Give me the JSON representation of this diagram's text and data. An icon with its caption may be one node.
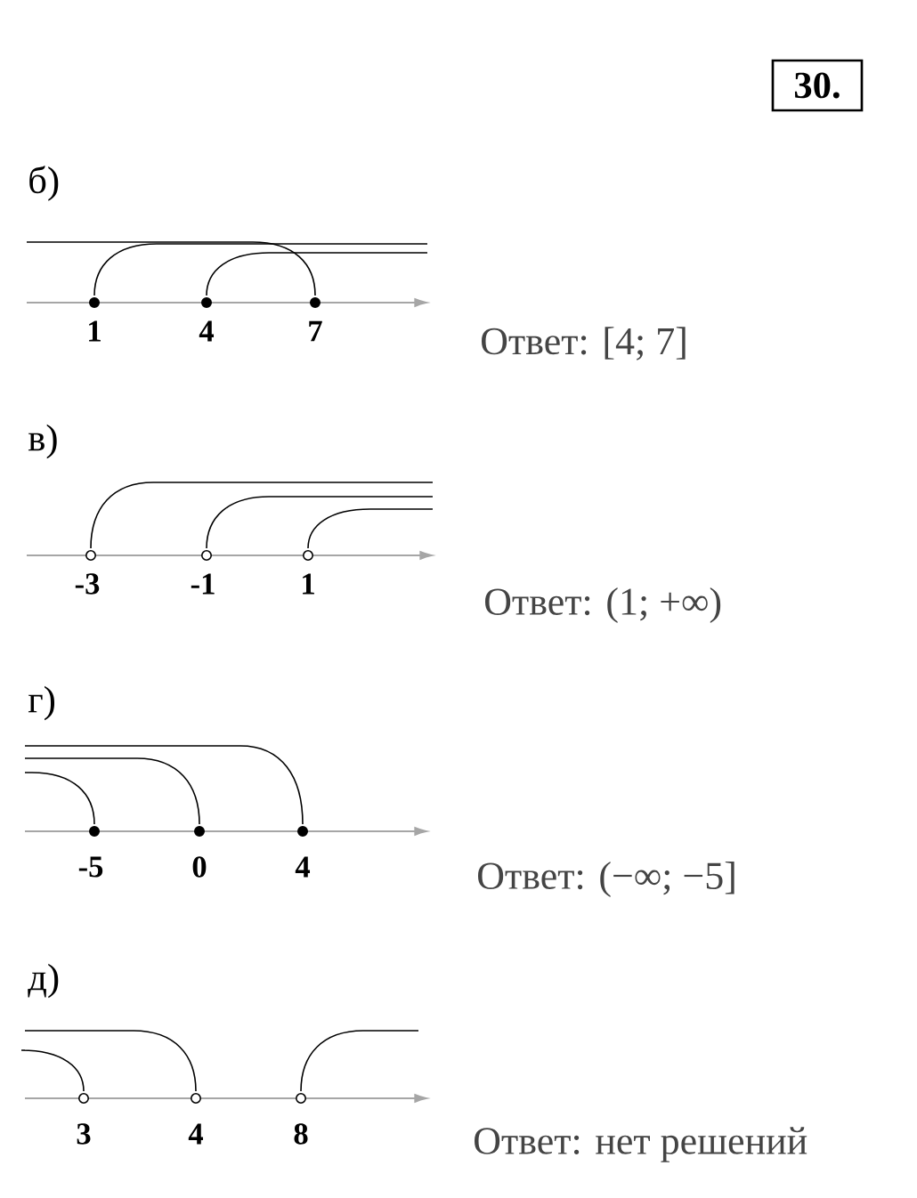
{
  "diagram": {
    "nodes": [
      {
        "text": [
          "30."
        ]
      }
    ],
    "labels": [
      "б)",
      "1",
      "4",
      "7",
      "Ответ: [4; 7]",
      "в)",
      "-3",
      "-1",
      "1",
      "Ответ: (1; +∞)",
      "г)",
      "-5",
      "0",
      "4",
      "Ответ: (−∞; −5]",
      "д)",
      "3",
      "4",
      "8",
      "Ответ: нет решений"
    ]
  }
}
